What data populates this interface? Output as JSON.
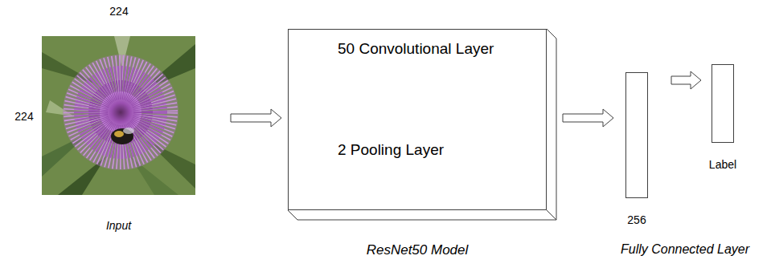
{
  "diagram": {
    "nodes": [
      {
        "text": [
          "Input"
        ]
      },
      {
        "text": [
          "50 Convolutional Layer",
          "2 Pooling Layer"
        ]
      },
      {
        "text": [
          "256"
        ]
      },
      {
        "text": [
          "Label"
        ]
      }
    ],
    "edges": [
      {
        "from": 0,
        "to": 1,
        "arrow": "to"
      },
      {
        "from": 1,
        "to": 2,
        "arrow": "to"
      },
      {
        "from": 2,
        "to": 3,
        "arrow": "to"
      }
    ],
    "labels": [
      "224",
      "224",
      "ResNet50 Model",
      "Fully Connected Layer"
    ]
  }
}
